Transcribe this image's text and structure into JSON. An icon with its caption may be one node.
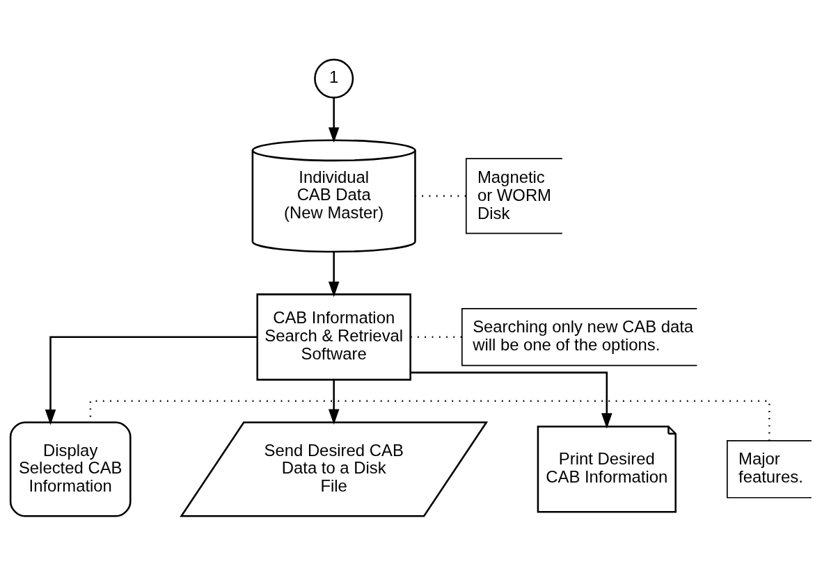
{
  "diagram": {
    "nodes": [
      {
        "text": [
          "1"
        ]
      },
      {
        "text": [
          "Magnetic or WORM Disk"
        ]
      },
      {
        "text": [
          "Individual CAB Data (New Master)"
        ]
      },
      {
        "text": [
          "Searching only new CAB data will be one of the options."
        ]
      },
      {
        "text": [
          "CAB Information Search & Retrieval Software"
        ]
      },
      {
        "text": [
          "Major features."
        ]
      },
      {
        "text": [
          "Display Selected CAB Information"
        ]
      },
      {
        "text": [
          "Send Desired CAB Data to a Disk File"
        ]
      },
      {
        "text": [
          "Print Desired CAB Information"
        ]
      }
    ],
    "edges": [
      {
        "from": 0,
        "to": 2,
        "arrow": "to"
      },
      {
        "from": 1,
        "to": 2,
        "arrow": "none",
        "style": "dashed"
      },
      {
        "from": 2,
        "to": 4,
        "arrow": "to"
      },
      {
        "from": 3,
        "to": 4,
        "arrow": "none",
        "style": "dashed"
      },
      {
        "from": 4,
        "to": 6,
        "arrow": "to"
      },
      {
        "from": 4,
        "to": 7,
        "arrow": "to"
      },
      {
        "from": 4,
        "to": 8,
        "arrow": "to"
      },
      {
        "from": 5,
        "to": 6,
        "arrow": "none",
        "style": "dashed"
      }
    ]
  }
}
